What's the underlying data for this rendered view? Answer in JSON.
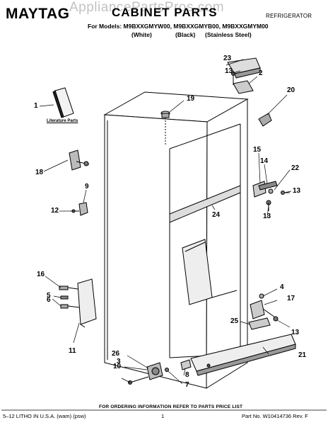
{
  "header": {
    "brand": "MAYTAG",
    "title": "CABINET PARTS",
    "category": "REFRIGERATOR",
    "models_line": "For Models: M9BXXGMYW00, M9BXXGMYB00, M9BXXGMYM00",
    "variants": [
      "(White)",
      "(Black)",
      "(Stainless Steel)"
    ]
  },
  "watermark": "AppliancePartsPros.com",
  "literature_label": "Literature Parts",
  "callouts": {
    "c1": "1",
    "c2": "2",
    "c3": "3",
    "c4": "4",
    "c5": "5",
    "c6": "6",
    "c7": "7",
    "c8": "8",
    "c9": "9",
    "c10": "10",
    "c11": "11",
    "c12": "12",
    "c13a": "13",
    "c13b": "13",
    "c13c": "13",
    "c13d": "13",
    "c14": "14",
    "c15": "15",
    "c16": "16",
    "c17": "17",
    "c18": "18",
    "c19": "19",
    "c20": "20",
    "c21": "21",
    "c22": "22",
    "c23": "23",
    "c24": "24",
    "c25": "25",
    "c26": "26"
  },
  "footer": {
    "note": "FOR ORDERING INFORMATION REFER TO PARTS PRICE LIST",
    "left": "5–12 LITHO IN U.S.A. (wam) (psw)",
    "page": "1",
    "right": "Part No. W10414736 Rev. F"
  }
}
